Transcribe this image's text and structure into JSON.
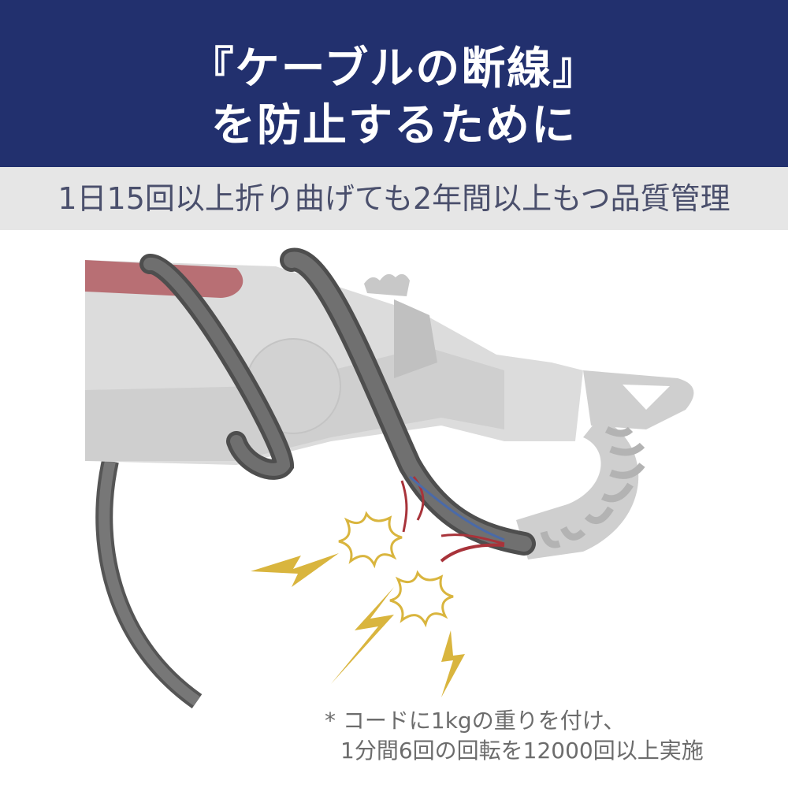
{
  "header": {
    "line1": "『ケーブルの断線』",
    "line2": "を防止するために"
  },
  "subtitle": "1日15回以上折り曲げても2年間以上もつ品質管理",
  "footnote": {
    "line1": "* コードに1kgの重りを付け、",
    "line2": "1分間6回の回転を12000回以上実施"
  },
  "colors": {
    "header_bg": "#22306e",
    "band_bg": "#e6e6e6",
    "lightning": "#d9b53e",
    "cable": "#6d6d6d",
    "wire_red": "#a8333a",
    "wire_blue": "#4a6aa8"
  }
}
